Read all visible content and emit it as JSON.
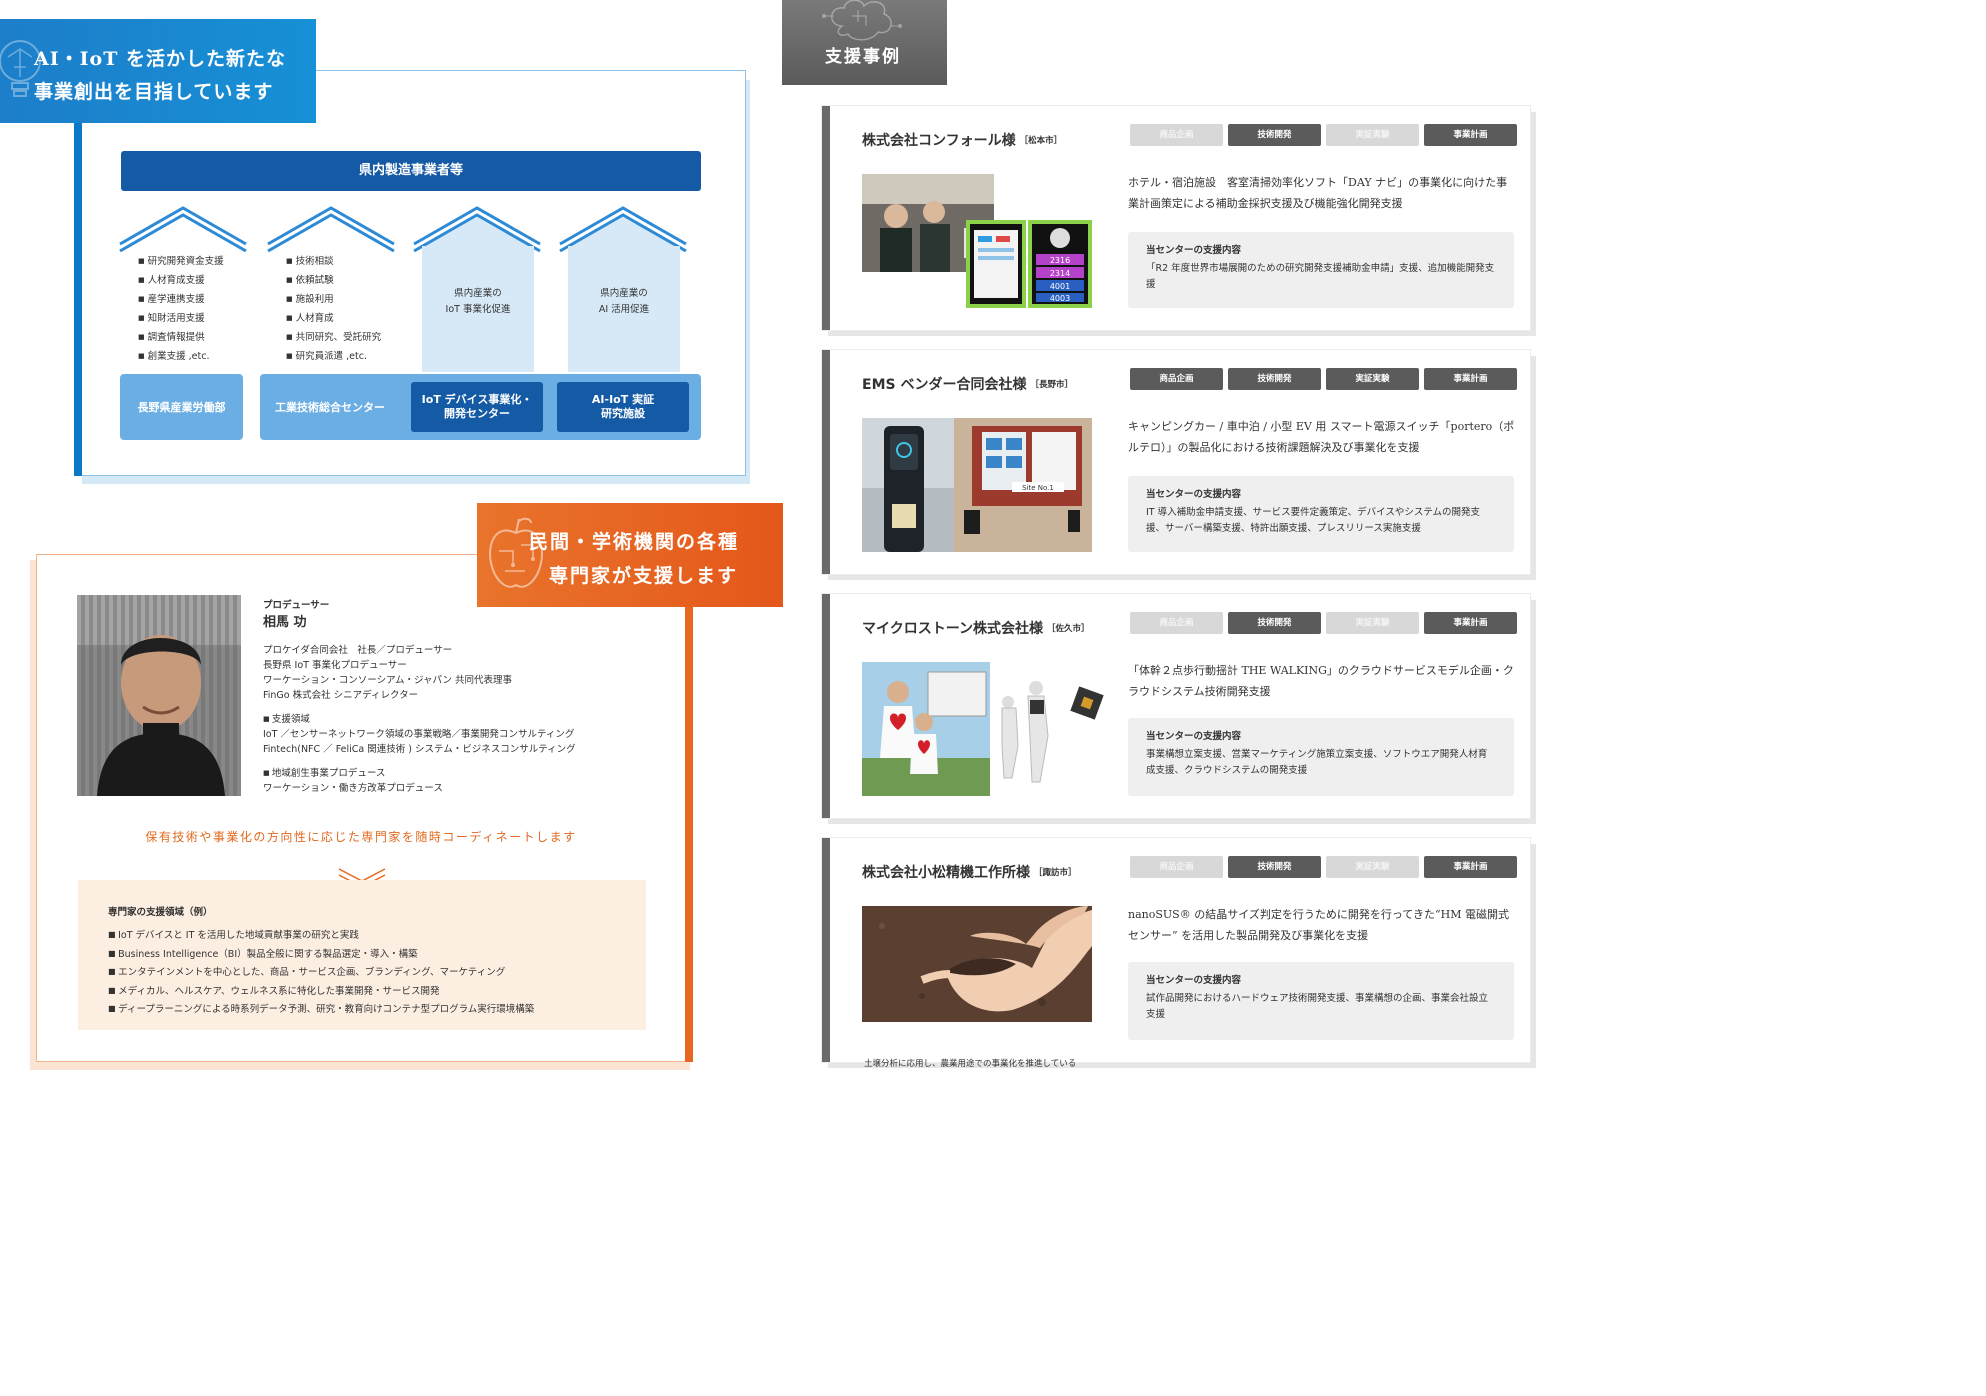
{
  "iot": {
    "title_line1": "AI・IoT を活かした新たな",
    "title_line2": "事業創出を目指しています",
    "manufacturers": "県内製造事業者等",
    "house1": [
      "研究開発資金支援",
      "人材育成支援",
      "産学連携支援",
      "知財活用支援",
      "調査情報提供",
      "創業支援 ,etc."
    ],
    "house2": [
      "技術相談",
      "依頼試験",
      "施設利用",
      "人材育成",
      "共同研究、受託研究",
      "研究員派遣 ,etc."
    ],
    "house3": [
      "県内産業の",
      "IoT 事業化促進"
    ],
    "house4": [
      "県内産業の",
      "AI 活用促進"
    ],
    "org1": "長野県産業労働部",
    "org2": "工業技術総合センター",
    "org3": [
      "IoT デバイス事業化・",
      "開発センター"
    ],
    "org4": [
      "AI-IoT 実証",
      "研究施設"
    ],
    "colors": {
      "primary": "#145aa5",
      "light": "#6aaee4",
      "pale": "#d7e8f7"
    }
  },
  "experts": {
    "title_line1": "民間・学術機関の各種",
    "title_line2": "専門家が支援します",
    "producer_role": "プロデューサー",
    "producer_name": "相馬 功",
    "producer_lines": [
      "プロケイダ合同会社　社長／プロデューサー",
      "長野県 IoT 事業化プロデューサー",
      "ワーケーション・コンソーシアム・ジャパン 共同代表理事",
      "FinGo 株式会社 シニアディレクター"
    ],
    "support_title": "支援領域",
    "support_lines": [
      "IoT ／センサーネットワーク領域の事業戦略／事業開発コンサルティング",
      "Fintech(NFC ／ FeliCa 関連技術 ) システム・ビジネスコンサルティング"
    ],
    "regional_title": "地域創生事業プロデュース",
    "regional_lines": [
      "ワーケーション・働き方改革プロデュース"
    ],
    "coordinate_text": "保有技術や事業化の方向性に応じた専門家を随時コーディネートします",
    "domains_title": "専門家の支援領域（例）",
    "domains": [
      "IoT デバイスと IT を活用した地域貢献事業の研究と実践",
      "Business Intelligence（BI）製品全般に関する製品選定・導入・構築",
      "エンタテインメントを中心とした、商品・サービス企画、ブランディング、マーケティング",
      "メディカル、ヘルスケア、ウェルネス系に特化した事業開発・サービス開発",
      "ディープラーニングによる時系列データ予測、研究・教育向けコンテナ型プログラム実行環境構築"
    ],
    "colors": {
      "accent": "#e8661f",
      "pale": "#fdeee2"
    }
  },
  "cases_header": "支援事例",
  "tag_labels": [
    "商品企画",
    "技術開発",
    "実証実験",
    "事業計画"
  ],
  "support_heading": "当センターの支援内容",
  "cases": [
    {
      "name": "株式会社コンフォール様",
      "city": "［松本市］",
      "active": [
        false,
        true,
        false,
        true
      ],
      "desc": "ホテル・宿泊施設　客室清掃効率化ソフト「DAY ナビ」の事業化に向けた事業計画策定による補助金採択支援及び機能強化開発支援",
      "support": "「R2 年度世界市場展開のための研究開発支援補助金申請」支援、追加機能開発支援",
      "photo_values": [
        "2316",
        "2314",
        "4001",
        "4003"
      ]
    },
    {
      "name": "EMS ベンダー合同会社様",
      "city": "［長野市］",
      "active": [
        true,
        true,
        true,
        true
      ],
      "desc": "キャンピングカー / 車中泊 / 小型 EV 用 スマート電源スイッチ「portero（ポルテロ）」の製品化における技術課題解決及び事業化を支援",
      "support": "IT 導入補助金申請支援、サービス要件定義策定、デバイスやシステムの開発支援、サーバー構築支援、特許出願支援、プレスリリース実施支援",
      "photo_sign": "Site No.1"
    },
    {
      "name": "マイクロストーン株式会社様",
      "city": "［佐久市］",
      "active": [
        false,
        true,
        false,
        true
      ],
      "desc": "「体幹２点歩行動揺計 THE WALKING」のクラウドサービスモデル企画・クラウドシステム技術開発支援",
      "support": "事業構想立案支援、営業マーケティング施策立案支援、ソフトウエア開発人材育成支援、クラウドシステムの開発支援"
    },
    {
      "name": "株式会社小松精機工作所様",
      "city": "［諏訪市］",
      "active": [
        false,
        true,
        false,
        true
      ],
      "desc": "nanoSUS® の結晶サイズ判定を行うために開発を行ってきた“HM 電磁開式センサー” を活用した製品開発及び事業化を支援",
      "support": "試作品開発におけるハードウェア技術開発支援、事業構想の企画、事業会社設立支援",
      "caption": "土壌分析に応用し、農業用途での事業化を推進している"
    }
  ]
}
